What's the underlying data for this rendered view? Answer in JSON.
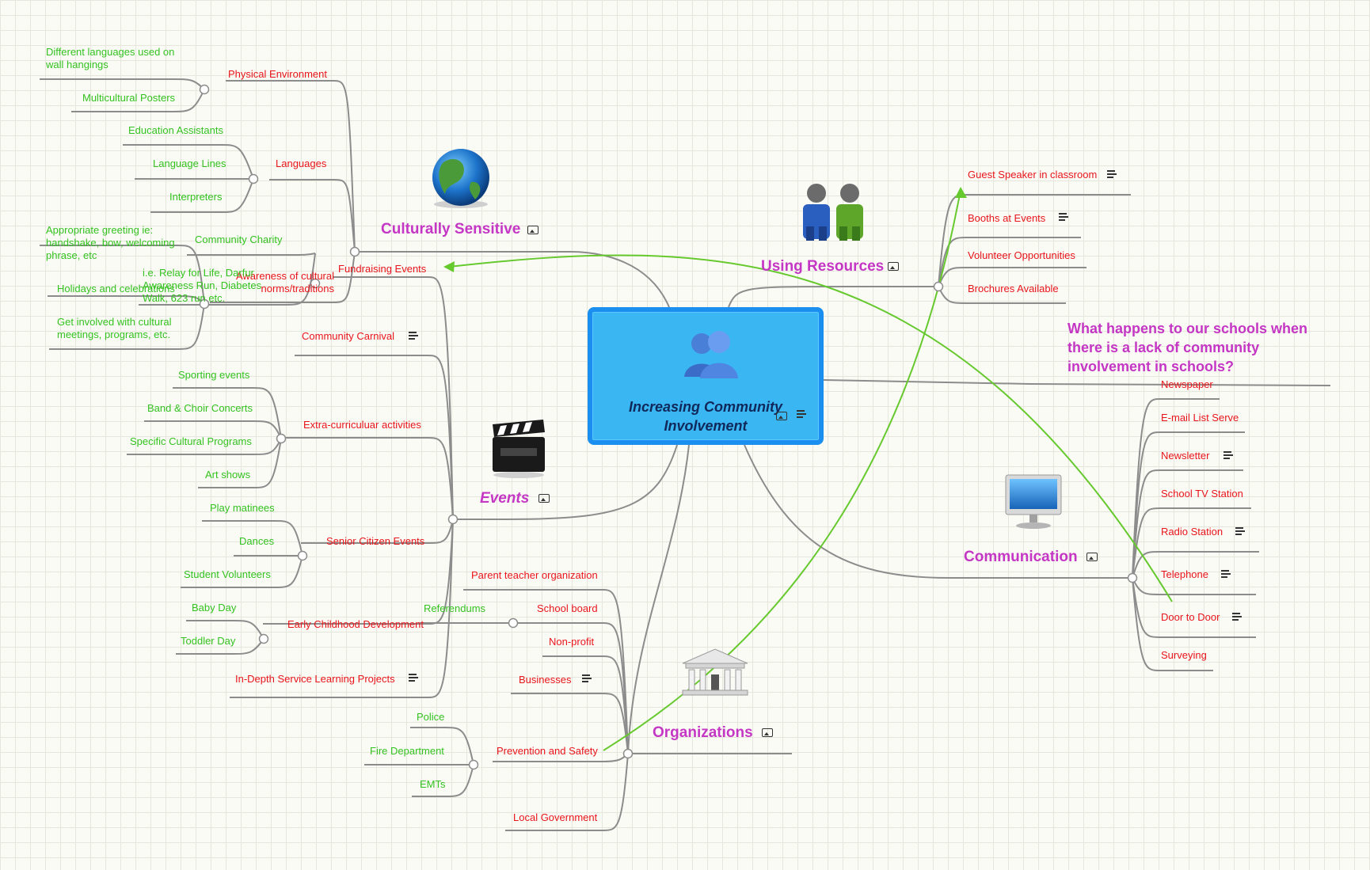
{
  "center": {
    "title_line1": "Increasing Community",
    "title_line2": "Involvement"
  },
  "question": "What happens to our schools when there is a lack of community involvement in schools?",
  "branches": {
    "culturally_sensitive": "Culturally Sensitive",
    "events": "Events",
    "using_resources": "Using Resources",
    "communication": "Communication",
    "organizations": "Organizations"
  },
  "culturally": {
    "physical_environment": "Physical Environment",
    "pe_children": [
      "Different languages used on wall hangings",
      "Multicultural Posters"
    ],
    "languages": "Languages",
    "lang_children": [
      "Education Assistants",
      "Language Lines",
      "Interpreters"
    ],
    "awareness": "Awareness of cultural norms/traditions",
    "aw_children": [
      "Appropriate greeting ie: handshake, bow, welcoming phrase, etc",
      "Holidays and celebrations",
      "Get involved with cultural meetings, programs, etc."
    ]
  },
  "events": {
    "fundraising": "Fundraising Events",
    "fr_children": [
      "Community Charity",
      "i.e. Relay for Life, Darfur Awareness Run, Diabetes Walk, 623 run etc."
    ],
    "carnival": "Community Carnival",
    "extra": "Extra-curriculuar activities",
    "extra_children": [
      "Sporting events",
      "Band & Choir Concerts",
      "Specific Cultural Programs",
      "Art shows"
    ],
    "senior": "Senior Citizen Events",
    "senior_children": [
      "Play matinees",
      "Dances",
      "Student Volunteers"
    ],
    "early": "Early Childhood Development",
    "early_children": [
      "Baby Day",
      "Toddler Day"
    ],
    "service": "In-Depth Service Learning Projects"
  },
  "resources": [
    "Guest Speaker in classroom",
    "Booths at Events",
    "Volunteer Opportunities",
    "Brochures Available"
  ],
  "communication": [
    "Newspaper",
    "E-mail List Serve",
    "Newsletter",
    "School TV Station",
    "Radio Station",
    "Telephone",
    "Door to Door",
    "Surveying"
  ],
  "organizations": {
    "pto": "Parent teacher organization",
    "school_board": "School board",
    "referendums": "Referendums",
    "nonprofit": "Non-profit",
    "businesses": "Businesses",
    "prevention": "Prevention and Safety",
    "prev_children": [
      "Police",
      "Fire Department",
      "EMTs"
    ],
    "local": "Local Government"
  },
  "colors": {
    "topic": "#e8151b",
    "subtopic": "#33c21f",
    "branch": "#c436c4",
    "relation": "#66c92e",
    "line": "#8c8c8c",
    "center_fill": "#3ab7f3",
    "center_border": "#1a8ff0"
  },
  "icons": [
    "people-icon",
    "globe-icon",
    "two-persons-icon",
    "clapperboard-icon",
    "monitor-icon",
    "bank-building-icon",
    "image-icon",
    "note-icon"
  ]
}
